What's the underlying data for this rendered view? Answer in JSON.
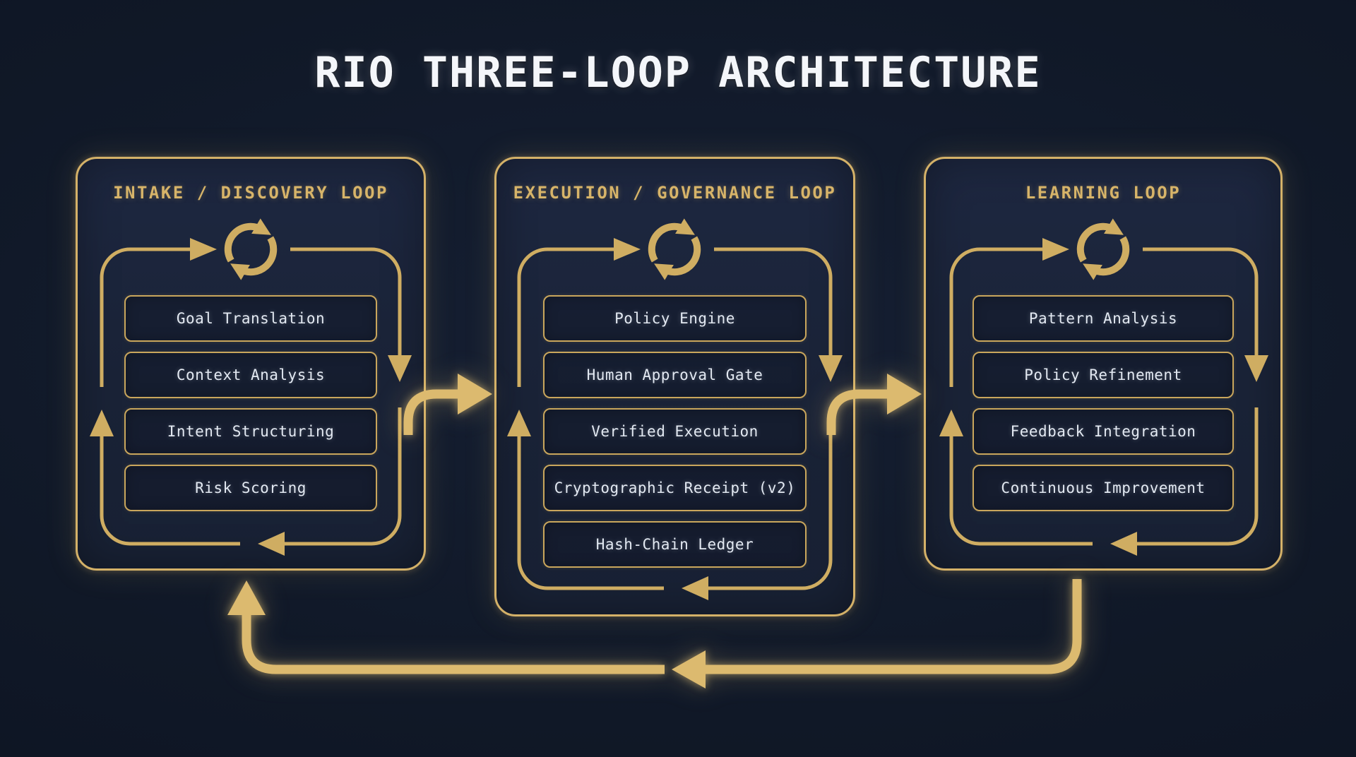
{
  "title": "RIO THREE-LOOP ARCHITECTURE",
  "panels": [
    {
      "header": "INTAKE / DISCOVERY LOOP",
      "icon": "cycle-icon",
      "items": [
        "Goal Translation",
        "Context Analysis",
        "Intent Structuring",
        "Risk Scoring"
      ]
    },
    {
      "header": "EXECUTION / GOVERNANCE LOOP",
      "icon": "cycle-icon",
      "items": [
        "Policy Engine",
        "Human Approval Gate",
        "Verified Execution",
        "Cryptographic Receipt (v2)",
        "Hash-Chain Ledger"
      ]
    },
    {
      "header": "LEARNING LOOP",
      "icon": "cycle-icon",
      "items": [
        "Pattern Analysis",
        "Policy Refinement",
        "Feedback Integration",
        "Continuous Improvement"
      ]
    }
  ],
  "arrows": {
    "intake_to_execution": "forward",
    "execution_to_learning": "forward",
    "learning_to_intake": "feedback"
  },
  "colors": {
    "background": "#0d1422",
    "panel_fill": "#1b2437",
    "gold_border": "#d4b168",
    "gold_line": "#cfad62",
    "gold_arrow": "#dcba6f",
    "header_text": "#d7b469",
    "box_text": "#e3e9f2",
    "title_text": "#f4f6fa"
  }
}
